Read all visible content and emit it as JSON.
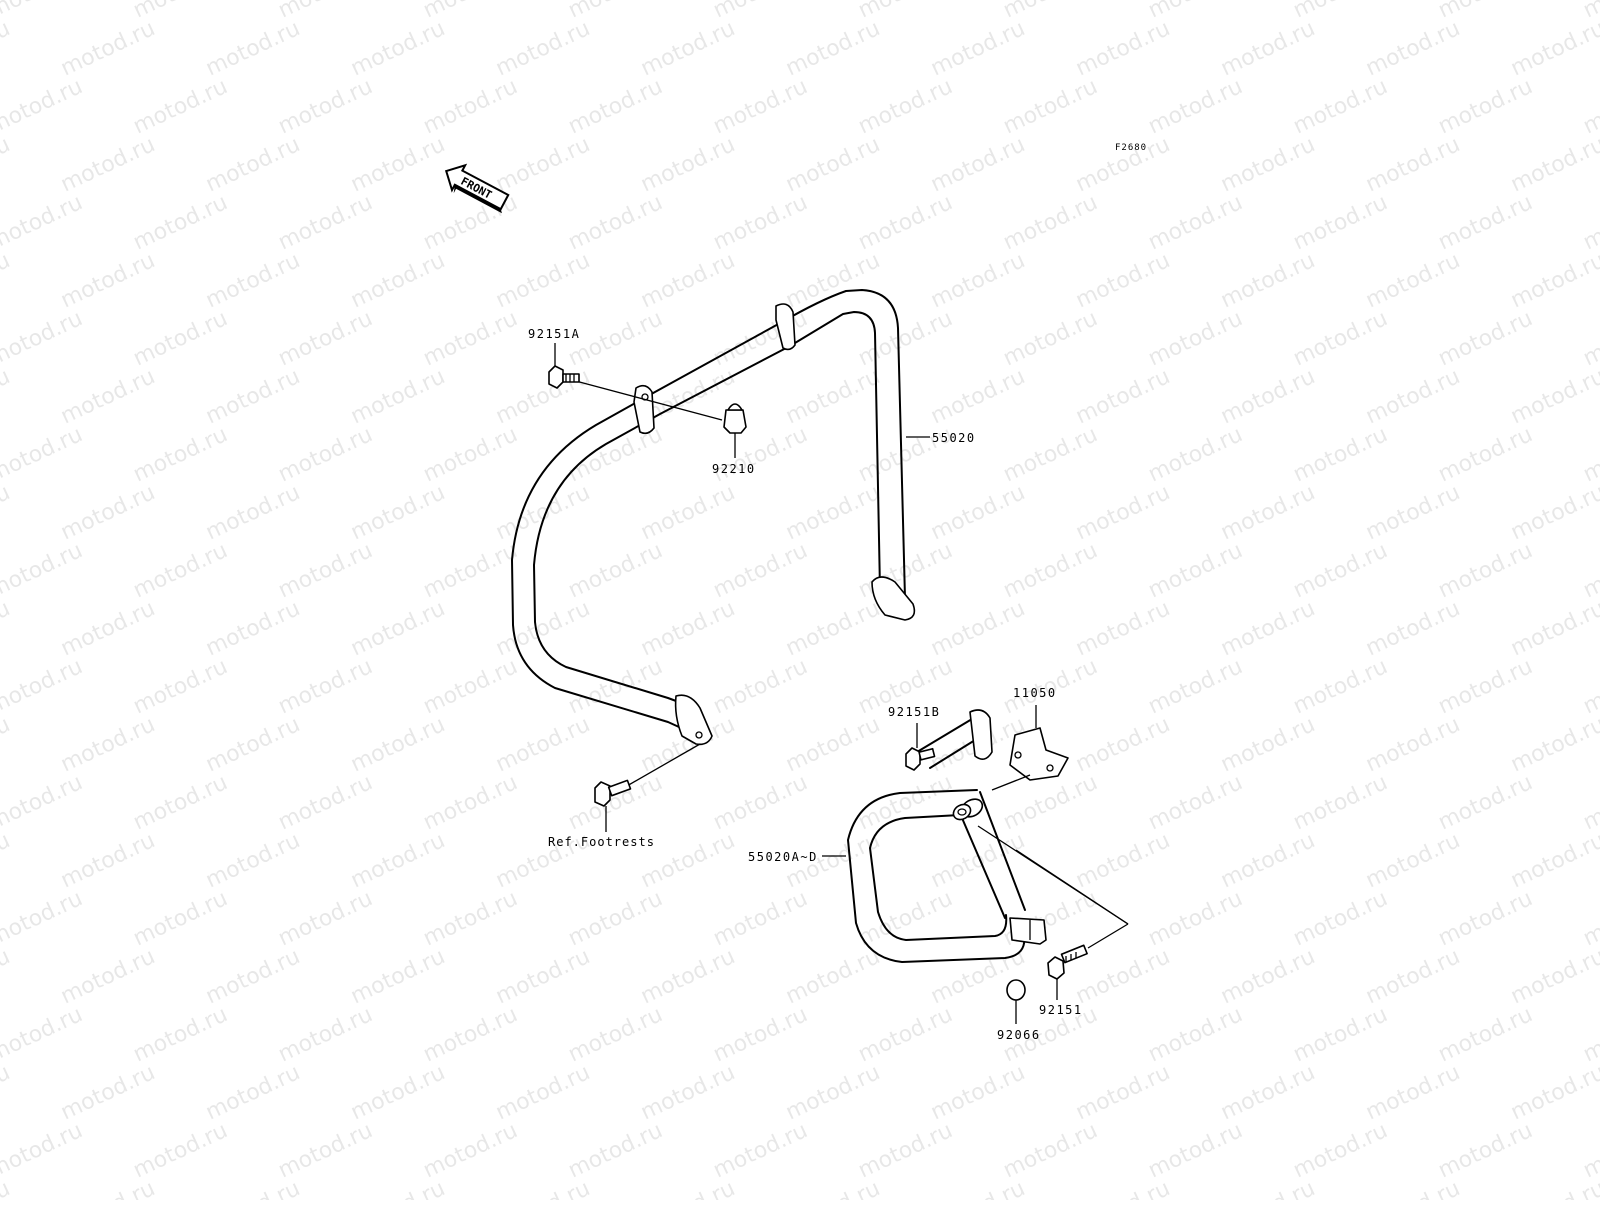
{
  "figure_code": "F2680",
  "watermark": "motod.ru",
  "front_arrow": "FRONT",
  "labels": {
    "bolt_a": "92151A",
    "acorn_nut": "92210",
    "front_guard": "55020",
    "footrest_ref": "Ref.Footrests",
    "bolt_b": "92151B",
    "bracket": "11050",
    "rear_guard": "55020A~D",
    "bolt": "92151",
    "cap": "92066"
  }
}
